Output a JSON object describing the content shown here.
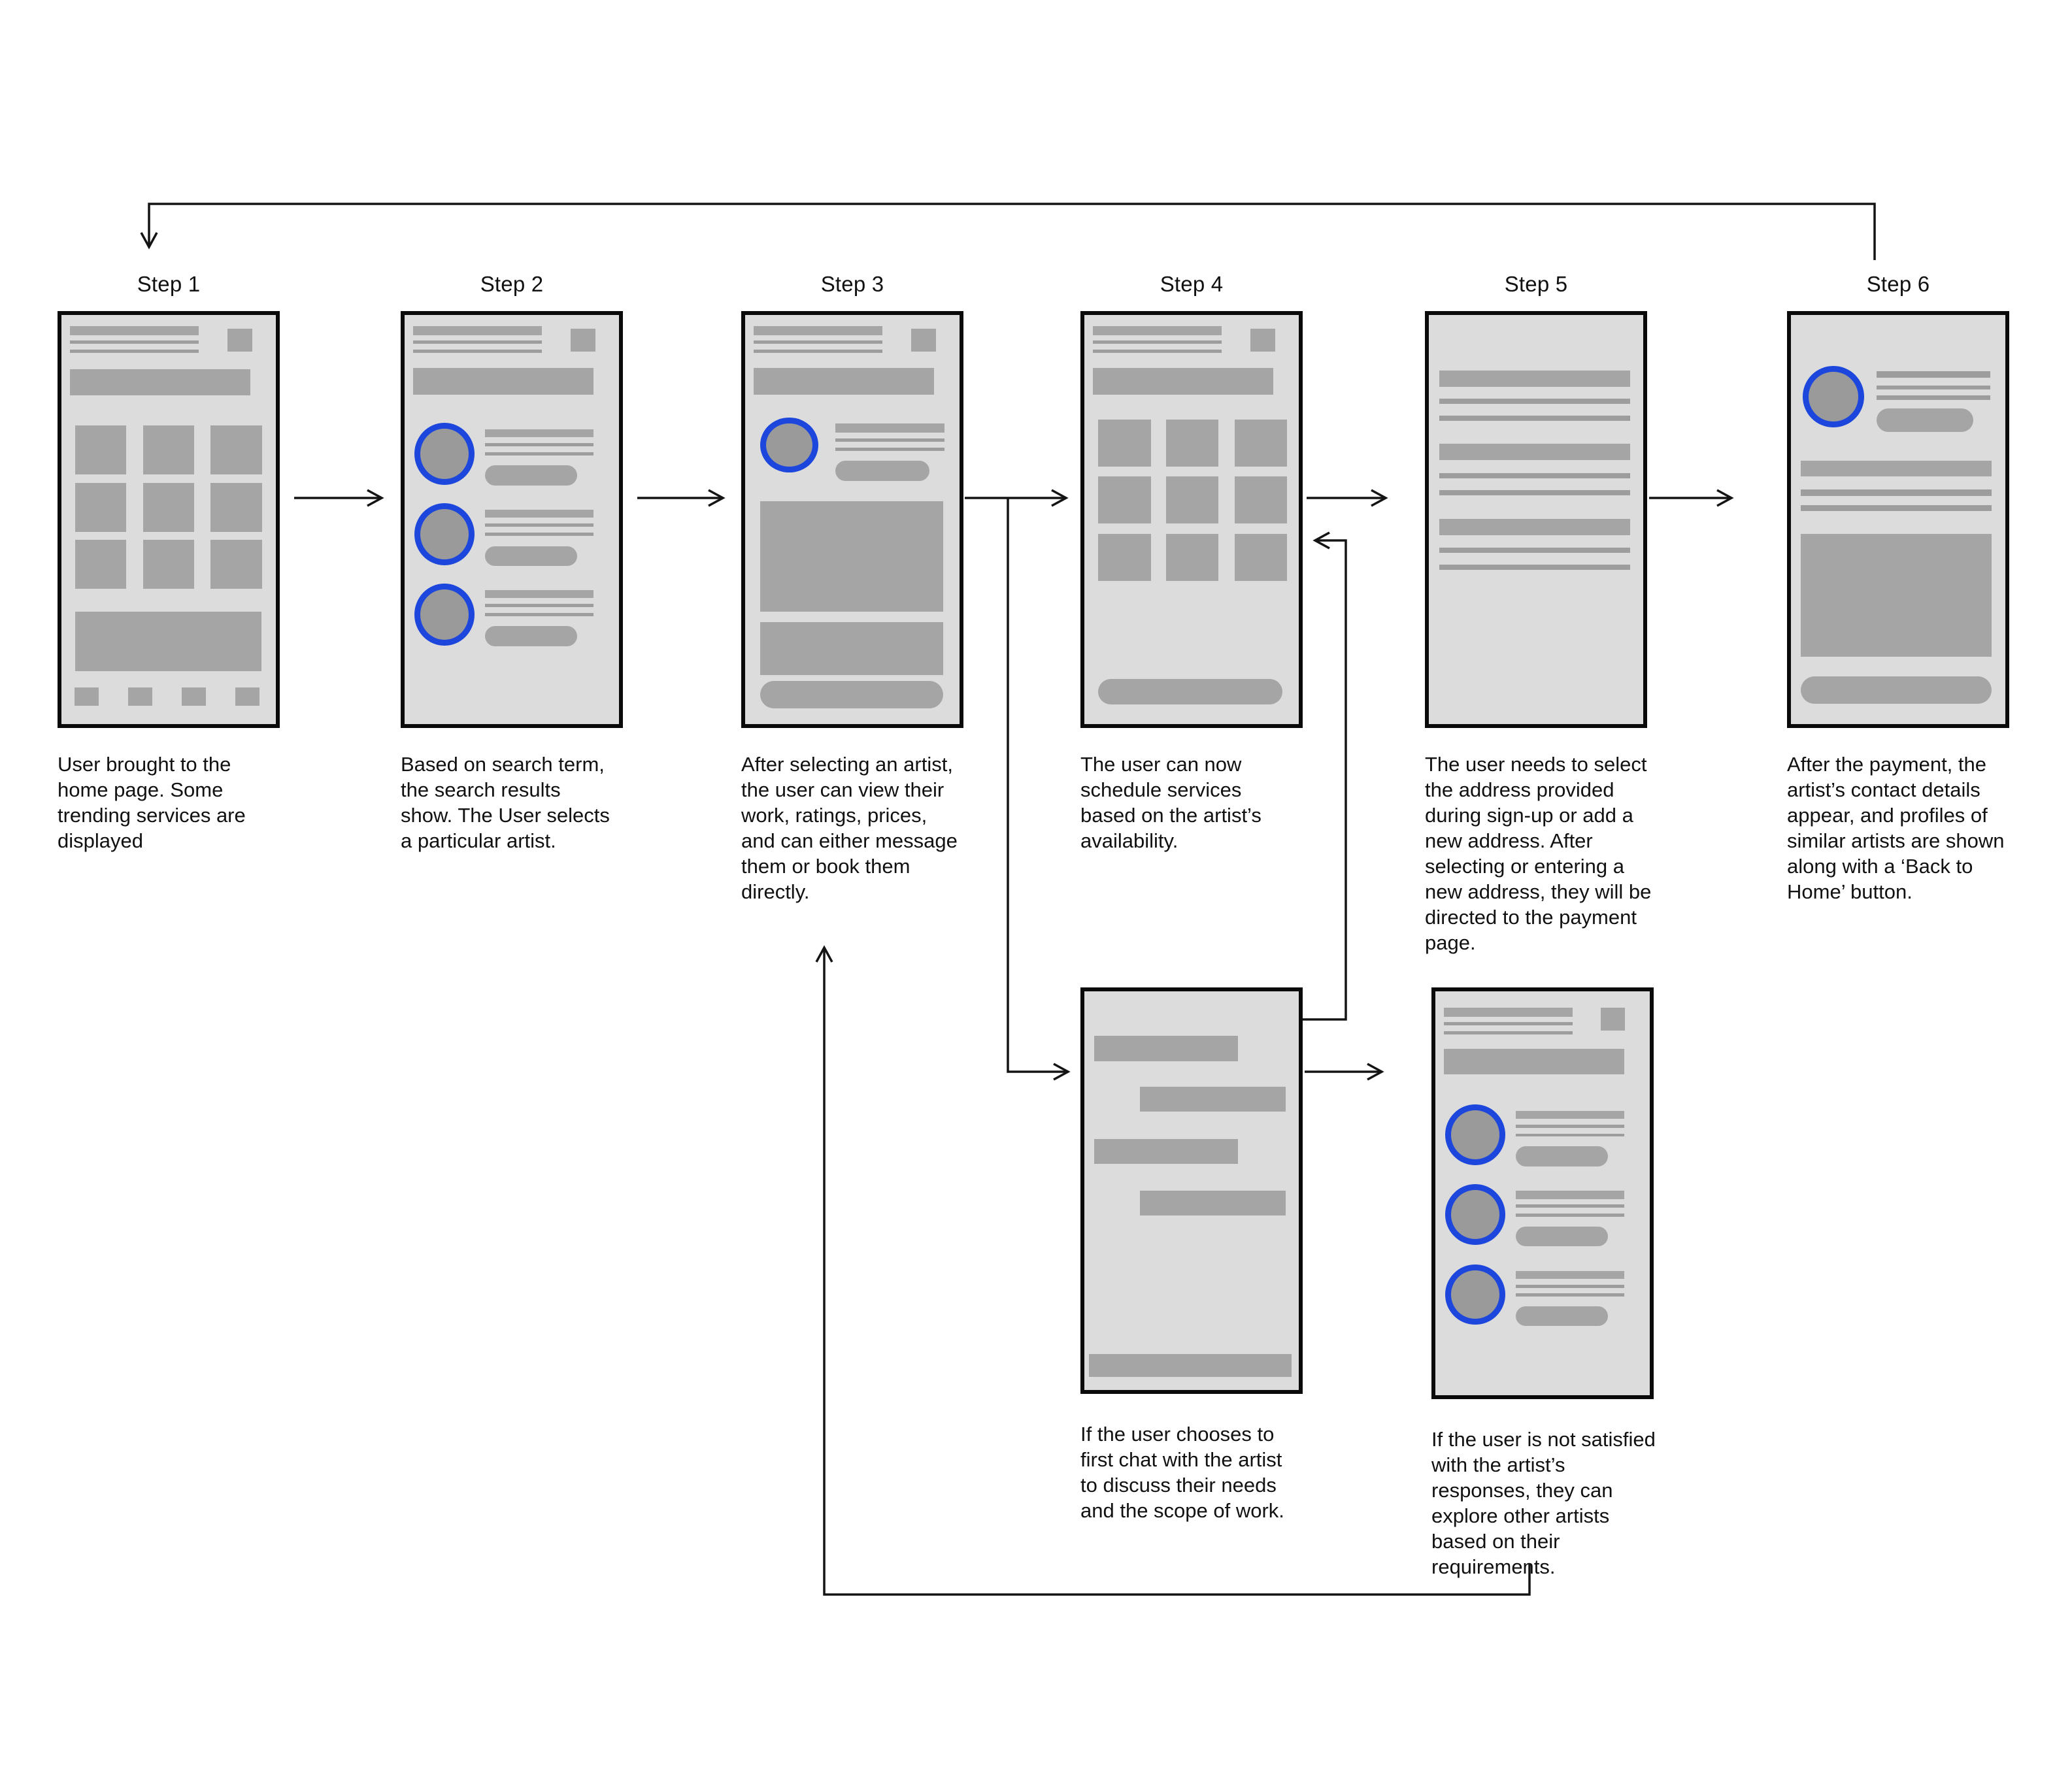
{
  "diagram": {
    "kind": "user-flow-wireframe-diagram",
    "colors": {
      "screen_background": "#dcdcdc",
      "placeholder": "#a5a5a5",
      "placeholder_light": "#9d9d9d",
      "avatar_fill": "#9a9a9a",
      "avatar_ring": "#1c46dc",
      "screen_border": "#0a0a0a",
      "connector": "#141414",
      "text": "#111111"
    }
  },
  "steps": [
    {
      "label": "Step 1",
      "caption": "User brought to the home page. Some trending services are displayed"
    },
    {
      "label": "Step 2",
      "caption": "Based on search term, the search results show. The User selects a particular artist."
    },
    {
      "label": "Step 3",
      "caption": "After selecting an artist, the user can view their work, ratings, prices, and can either message them or book them directly."
    },
    {
      "label": "Step 4",
      "caption": "The user can now schedule services based on the artist’s availability."
    },
    {
      "label": "Step 5",
      "caption": "The user needs to select the address provided during sign-up or add a new address. After selecting or entering a new address, they will be directed to the payment page."
    },
    {
      "label": "Step 6",
      "caption": "After the payment, the artist’s contact details appear, and profiles of similar artists are shown along with a ‘Back to Home’ button."
    }
  ],
  "branches": {
    "chat": {
      "caption": "If the user chooses to first chat with the artist to discuss their needs and the scope of work."
    },
    "explore": {
      "caption": "If the user is not satisfied with the artist’s responses, they can explore other artists based on their requirements."
    }
  },
  "connections": [
    {
      "from": "Step 1",
      "to": "Step 2"
    },
    {
      "from": "Step 2",
      "to": "Step 3"
    },
    {
      "from": "Step 3",
      "to": "Step 4"
    },
    {
      "from": "Step 3",
      "to": "Chat screen"
    },
    {
      "from": "Chat screen",
      "to": "Step 4"
    },
    {
      "from": "Chat screen",
      "to": "Explore screen"
    },
    {
      "from": "Step 4",
      "to": "Step 5"
    },
    {
      "from": "Step 5",
      "to": "Step 6"
    },
    {
      "from": "Step 6",
      "to": "Step 1"
    },
    {
      "from": "Explore screen",
      "to": "Step 3"
    }
  ]
}
